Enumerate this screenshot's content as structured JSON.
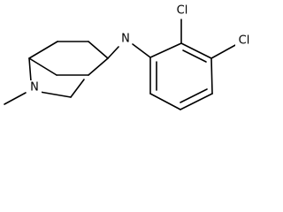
{
  "molecule": {
    "atoms": {
      "amine": "N",
      "bridge_n": "N",
      "cl_top": "Cl",
      "cl_right": "Cl"
    }
  },
  "colors": {
    "bond": "#000000",
    "background": "#ffffff"
  }
}
